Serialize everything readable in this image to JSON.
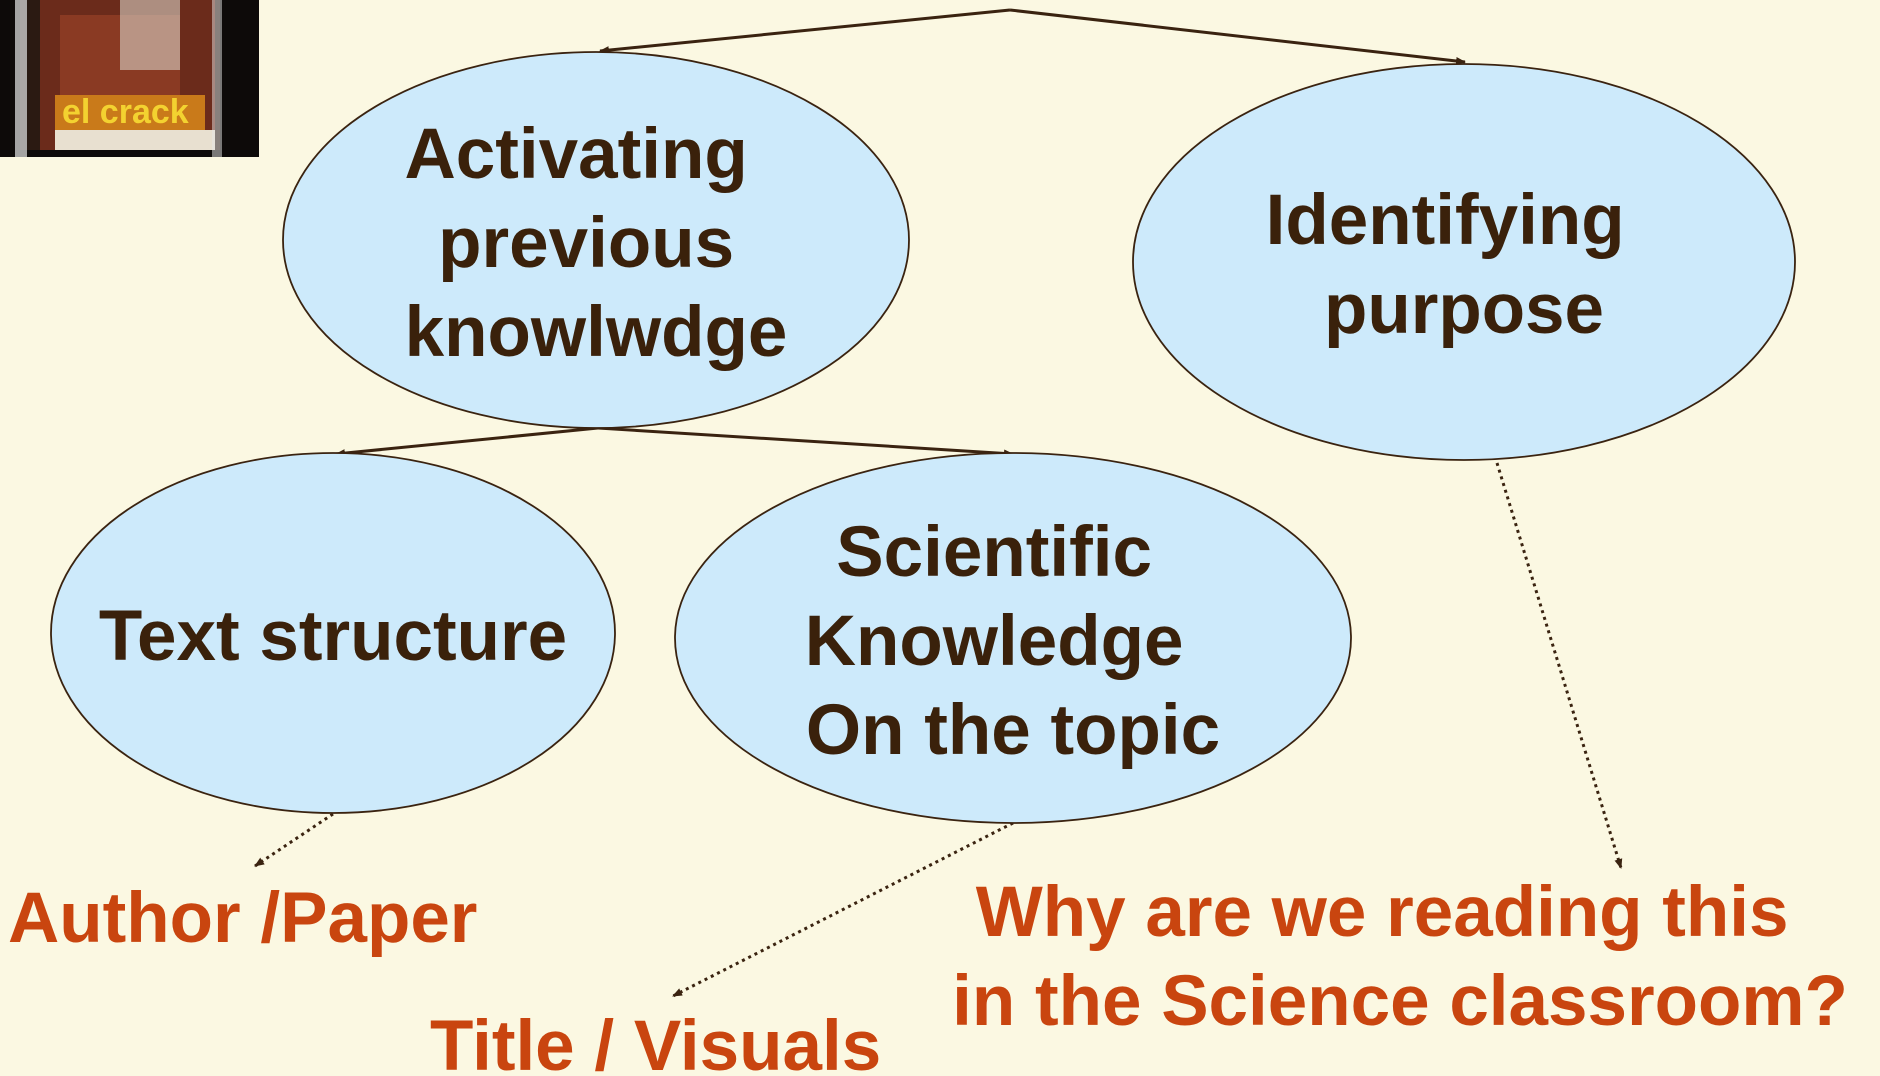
{
  "nodes": {
    "activating": {
      "lines": [
        "Activating",
        "previous",
        "knowlwdge"
      ]
    },
    "identifying": {
      "lines": [
        "Identifying",
        "purpose"
      ]
    },
    "text_structure": {
      "lines": [
        "Text structure"
      ]
    },
    "scientific": {
      "lines": [
        "Scientific",
        "Knowledge",
        "On the topic"
      ]
    }
  },
  "labels": {
    "author": "Author /Paper",
    "title_visuals": "Title / Visuals",
    "why_line1": "Why are we reading this",
    "why_line2": "in the Science classroom?"
  },
  "thumbnail": {
    "caption": "el crack"
  },
  "colors": {
    "background": "#fbf8e2",
    "node_fill": "#cdeafb",
    "node_text": "#3a210b",
    "label_text": "#c9450f",
    "line": "#3a2310"
  }
}
